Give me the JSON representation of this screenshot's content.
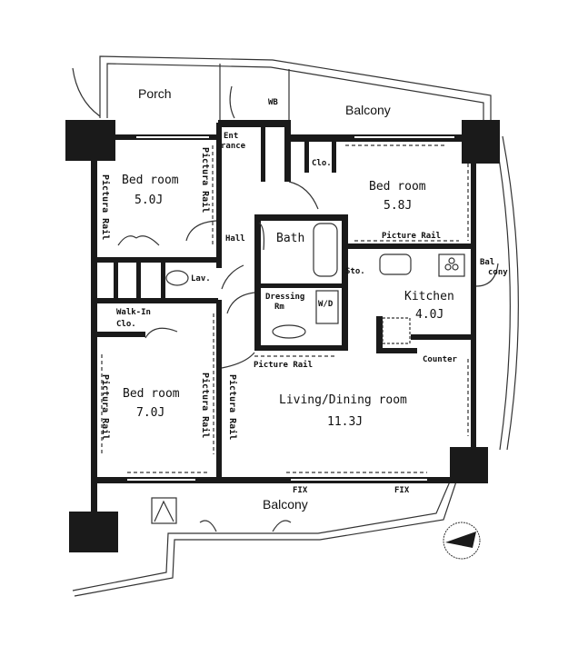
{
  "plan": {
    "title": "Apartment Floor Plan",
    "colors": {
      "wall": "#1a1a1a",
      "line": "#333333",
      "background": "#ffffff"
    },
    "rooms": {
      "porch": {
        "label": "Porch"
      },
      "balcony_north": {
        "label": "Balcony"
      },
      "wb": {
        "label": "WB"
      },
      "entrance": {
        "label_line1": "Ent",
        "label_line2": "rance"
      },
      "clo_north": {
        "label": "Clo."
      },
      "bedroom1": {
        "label": "Bed room",
        "size": "5.0J"
      },
      "bedroom2": {
        "label": "Bed room",
        "size": "5.8J"
      },
      "hall": {
        "label": "Hall"
      },
      "bath": {
        "label": "Bath"
      },
      "dressing": {
        "label_line1": "Dressing",
        "label_line2": "Rm"
      },
      "wd": {
        "label": "W/D"
      },
      "lav": {
        "label": "Lav."
      },
      "sto": {
        "label": "Sto."
      },
      "walkin": {
        "label_line1": "Walk-In",
        "label_line2": "Clo."
      },
      "kitchen": {
        "label": "Kitchen",
        "size": "4.0J"
      },
      "balcony_east": {
        "label_line1": "Bal",
        "label_line2": "cony"
      },
      "bedroom3": {
        "label": "Bed room",
        "size": "7.0J"
      },
      "living": {
        "label": "Living/Dining room",
        "size": "11.3J"
      },
      "balcony_south": {
        "label": "Balcony"
      }
    },
    "annotations": {
      "picture_rail": "Picture Rail",
      "picture_rail_alt": "Pictura Rail",
      "counter": "Counter",
      "fix_left": "FIX",
      "fix_right": "FIX"
    },
    "compass": {
      "icon": "north-arrow-icon",
      "direction": "west"
    }
  }
}
